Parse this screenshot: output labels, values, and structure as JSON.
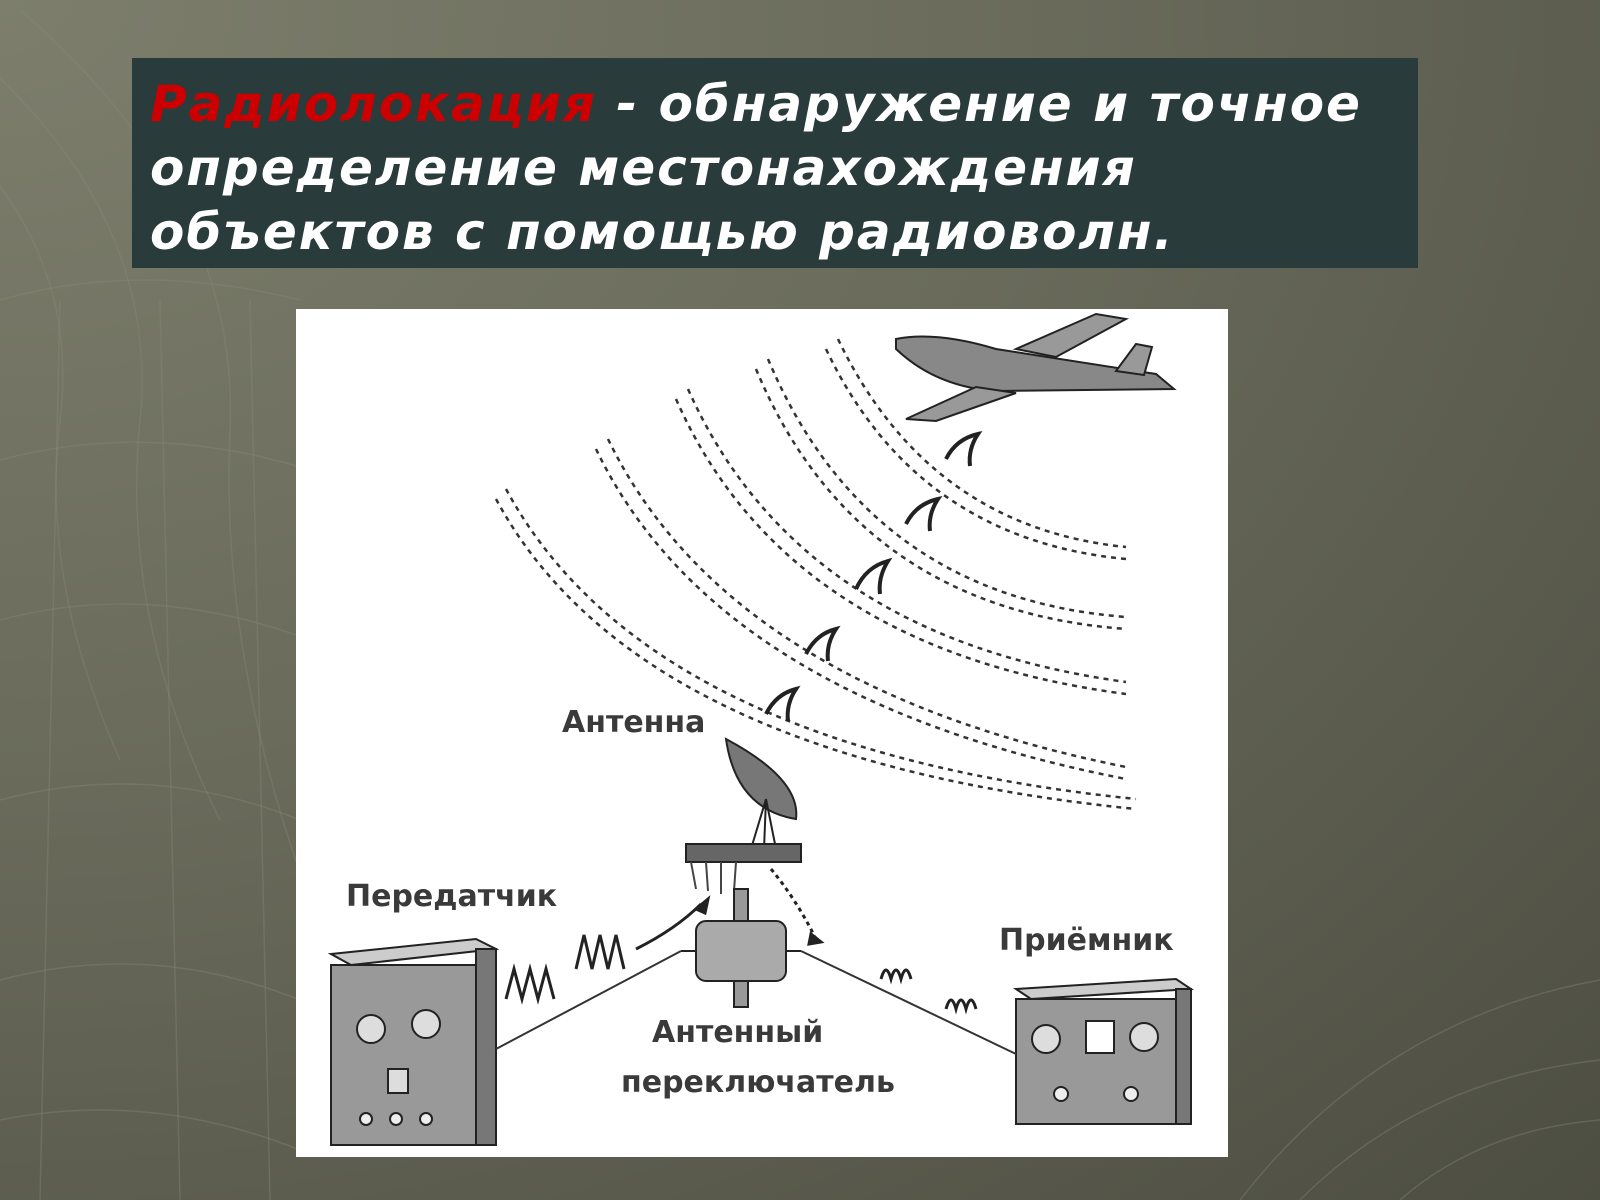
{
  "slide": {
    "title_term": "Радиолокация",
    "title_rest": " - обнаружение и точное определение местонахождения объектов с помощью радиоволн.",
    "colors": {
      "background": "#6a6b5b",
      "title_box": "#293b3a",
      "title_text": "#ffffff",
      "term": "#cc0000"
    }
  },
  "diagram": {
    "labels": {
      "antenna": "Антенна",
      "transmitter": "Передатчик",
      "receiver": "Приёмник",
      "switch_line1": "Антенный",
      "switch_line2": "переключатель"
    }
  }
}
